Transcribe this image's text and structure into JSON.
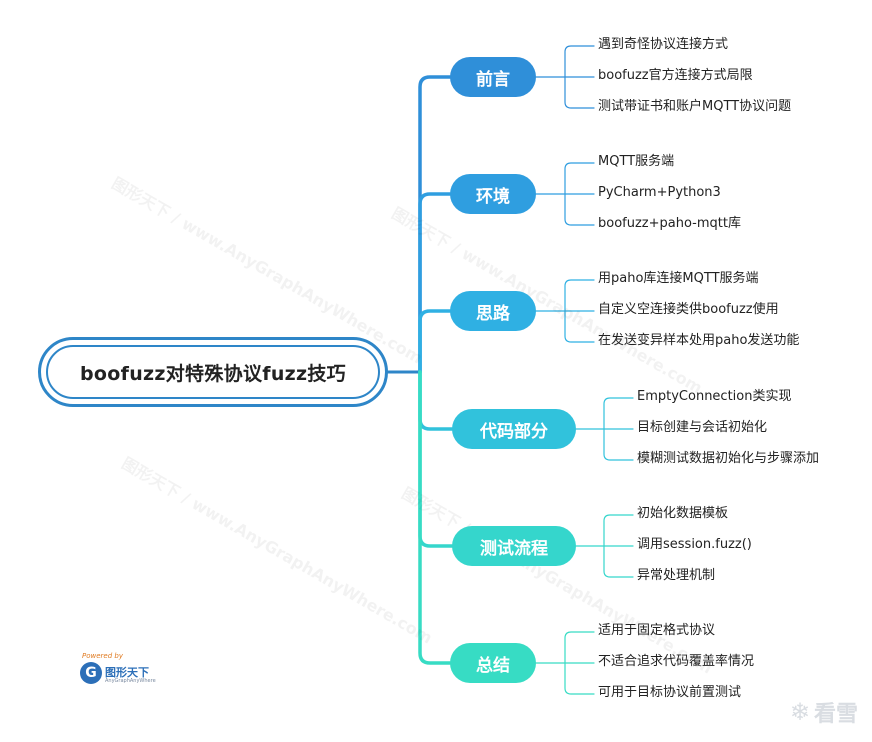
{
  "root": {
    "label": "boofuzz对特殊协议fuzz技巧"
  },
  "branches": [
    {
      "label": "前言",
      "color": "#2f8fd9",
      "leaves": [
        "遇到奇怪协议连接方式",
        "boofuzz官方连接方式局限",
        "测试带证书和账户MQTT协议问题"
      ]
    },
    {
      "label": "环境",
      "color": "#2f9ee0",
      "leaves": [
        "MQTT服务端",
        "PyCharm+Python3",
        "boofuzz+paho-mqtt库"
      ]
    },
    {
      "label": "思路",
      "color": "#2fb0e3",
      "leaves": [
        "用paho库连接MQTT服务端",
        "自定义空连接类供boofuzz使用",
        "在发送变异样本处用paho发送功能"
      ]
    },
    {
      "label": "代码部分",
      "color": "#31c2dc",
      "leaves": [
        "EmptyConnection类实现",
        "目标创建与会话初始化",
        "模糊测试数据初始化与步骤添加"
      ]
    },
    {
      "label": "测试流程",
      "color": "#35d6cc",
      "leaves": [
        "初始化数据模板",
        "调用session.fuzz()",
        "异常处理机制"
      ]
    },
    {
      "label": "总结",
      "color": "#37dcc4",
      "leaves": [
        "适用于固定格式协议",
        "不适合追求代码覆盖率情况",
        "可用于目标协议前置测试"
      ]
    }
  ],
  "logo": {
    "powered": "Powered by",
    "mark": "G",
    "brand": "图形天下",
    "sub": "AnyGraphAnyWhere"
  },
  "watermark": {
    "icon": "snowflake-icon",
    "text": "看雪"
  },
  "background_watermark": "图形天下 / www.AnyGraphAnyWhere.com"
}
